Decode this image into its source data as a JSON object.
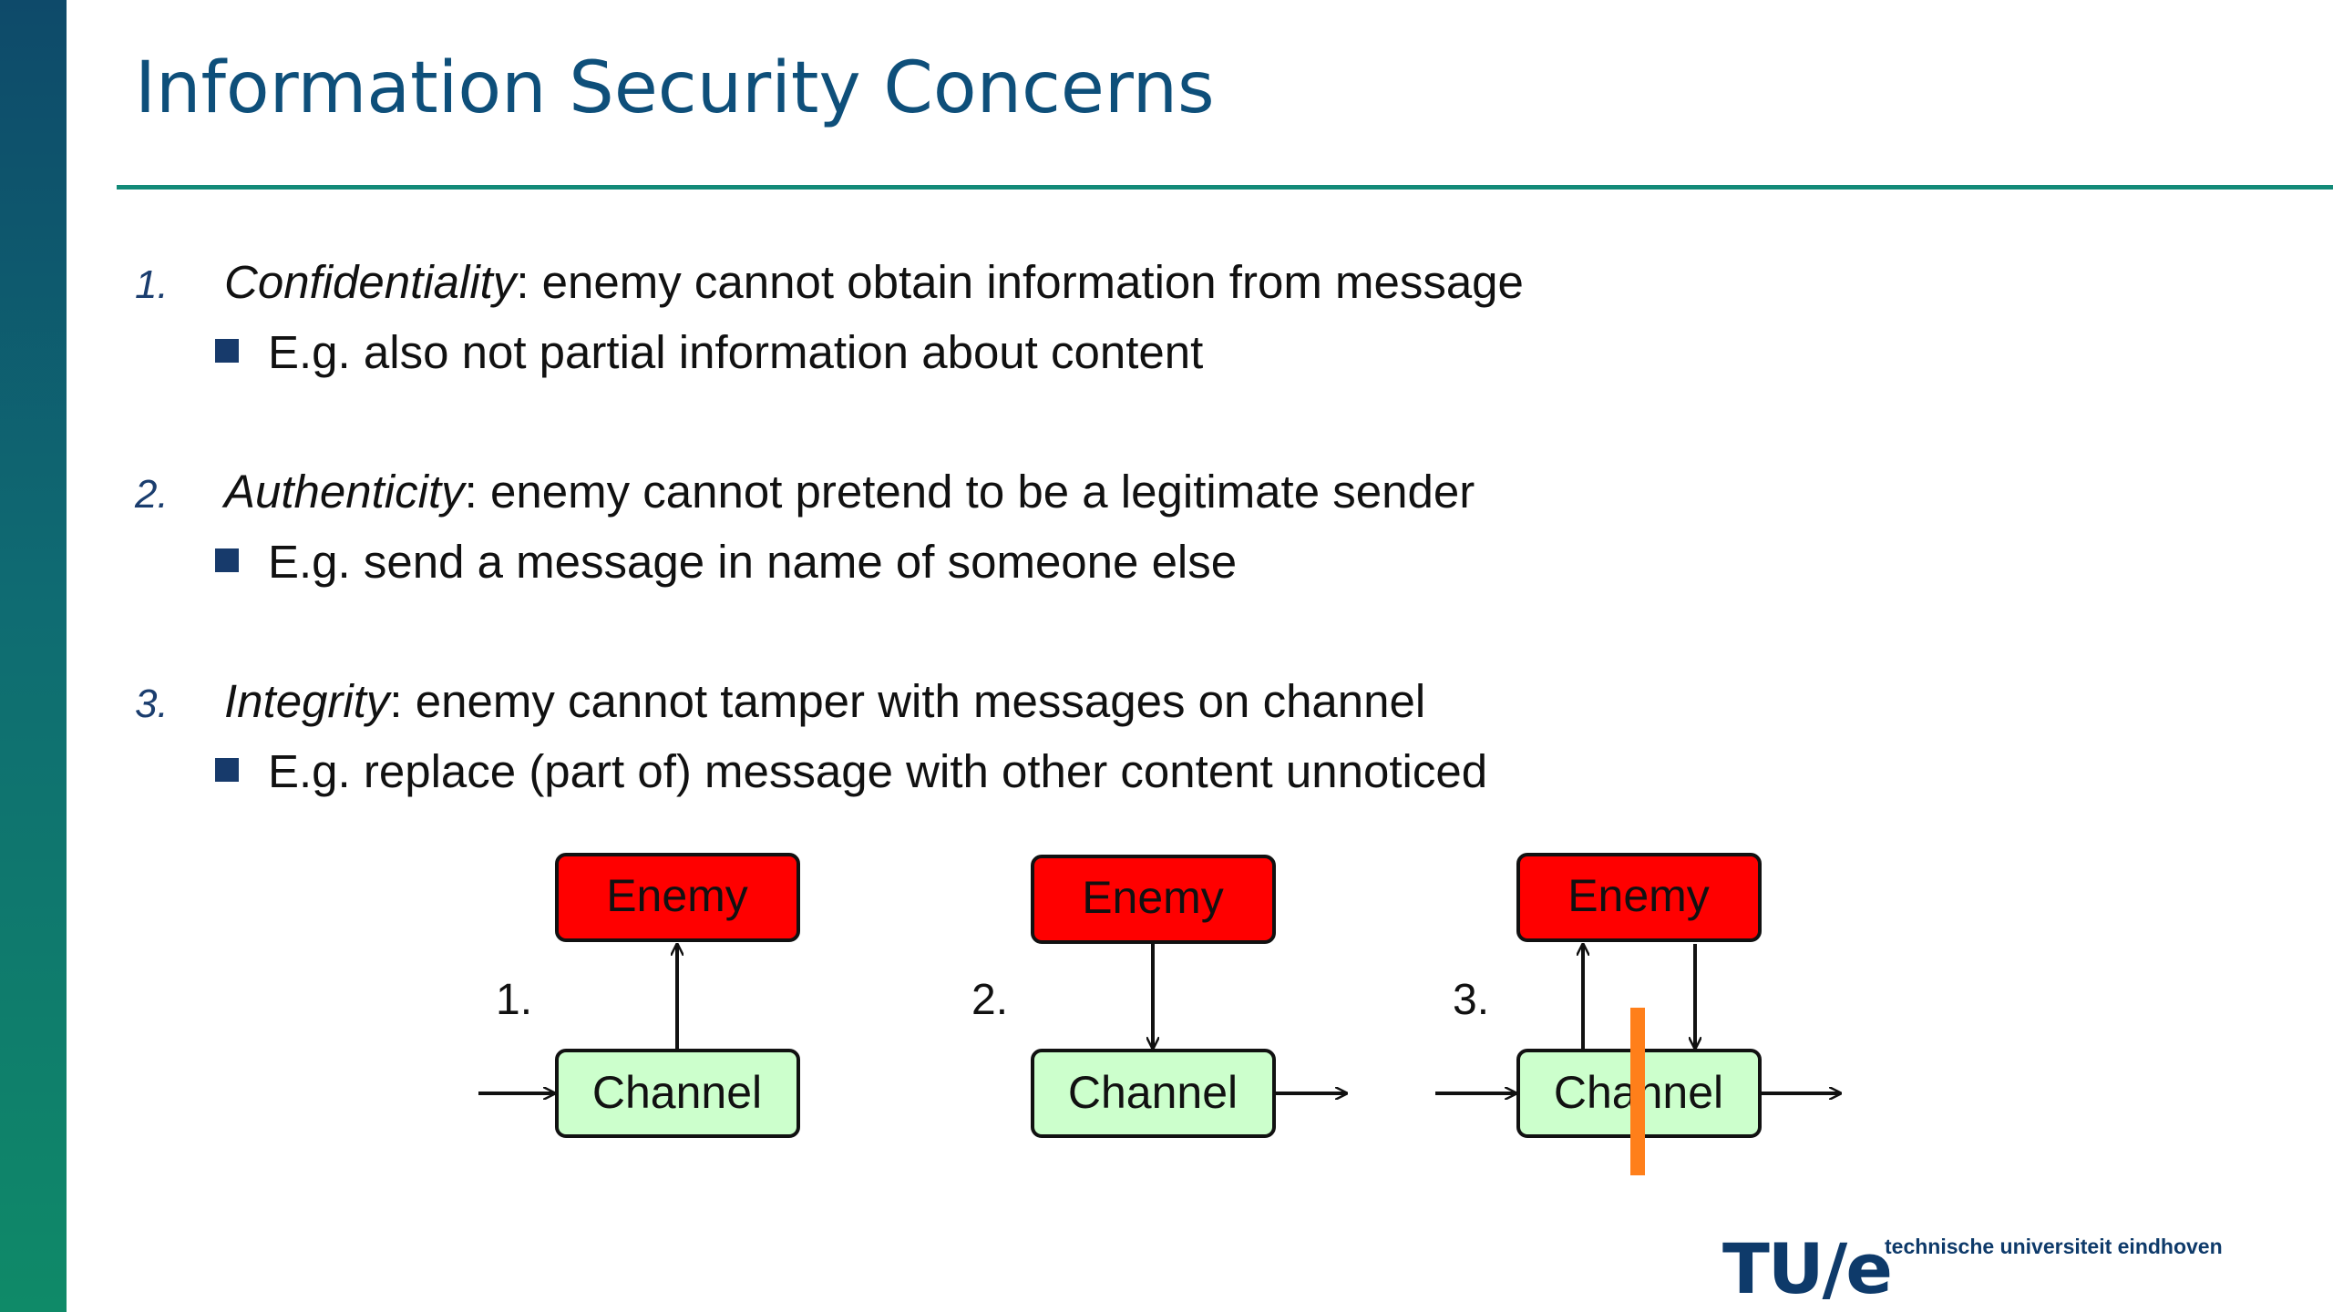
{
  "slide": {
    "title": "Information Security Concerns"
  },
  "items": [
    {
      "number": "1.",
      "term": "Confidentiality",
      "rest": ": enemy cannot obtain information from message",
      "sub": "E.g. also not partial information about content"
    },
    {
      "number": "2.",
      "term": "Authenticity",
      "rest": ": enemy cannot pretend to be a legitimate sender",
      "sub": "E.g. send a message in name of someone else"
    },
    {
      "number": "3.",
      "term": "Integrity",
      "rest": ": enemy cannot tamper with messages on channel",
      "sub": "E.g. replace (part of) message with other content unnoticed"
    }
  ],
  "diagrams": [
    {
      "label": "1.",
      "enemy": "Enemy",
      "channel": "Channel"
    },
    {
      "label": "2.",
      "enemy": "Enemy",
      "channel": "Channel"
    },
    {
      "label": "3.",
      "enemy": "Enemy",
      "channel": "Channel"
    }
  ],
  "colors": {
    "enemy_fill": "#ff0000",
    "channel_fill": "#ccffcc",
    "cut_mark": "#ff7f1a",
    "title": "#0e4f7a"
  },
  "footer": {
    "logo": "TU/e",
    "university": "technische universiteit eindhoven"
  }
}
